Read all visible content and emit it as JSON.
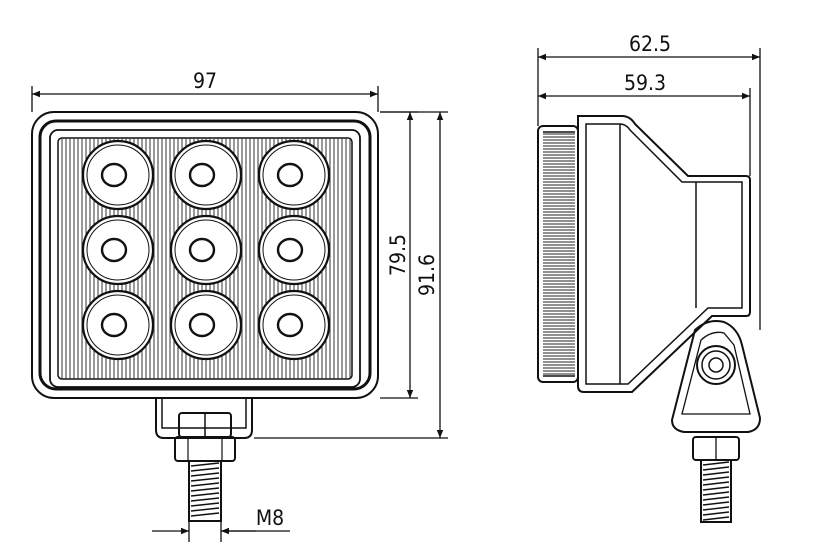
{
  "drawing": {
    "dimensions": {
      "front_width": "97",
      "front_height_body": "79.5",
      "front_height_total": "91.6",
      "bolt_thread": "M8",
      "side_depth_total": "62.5",
      "side_depth_body": "59.3"
    },
    "front_view": {
      "led_rows": 3,
      "led_cols": 3
    },
    "colors": {
      "line": "#111111",
      "background": "#ffffff"
    }
  }
}
